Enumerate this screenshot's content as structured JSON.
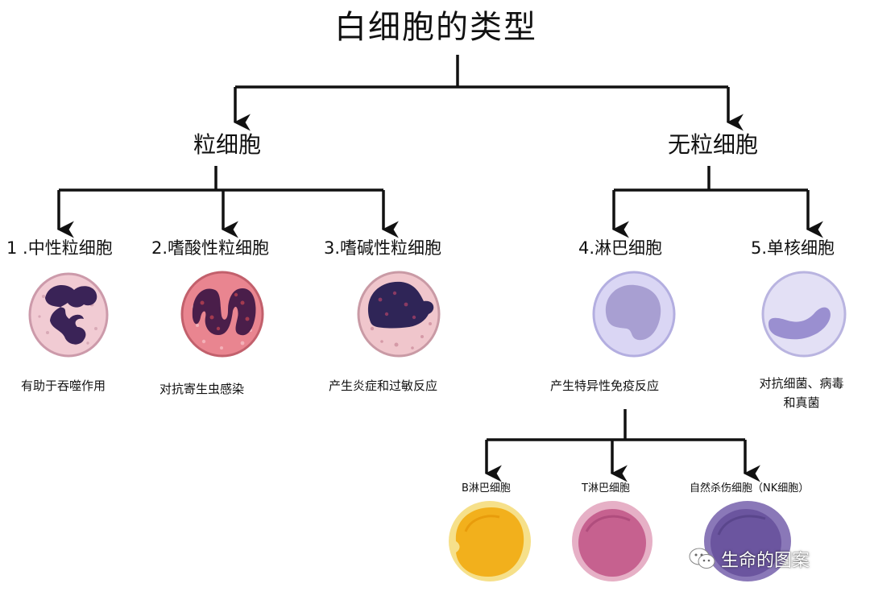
{
  "title": "白细胞的类型",
  "categories": {
    "granulocytes": "粒细胞",
    "agranulocytes": "无粒细胞"
  },
  "cells": [
    {
      "name": "1 .中性粒细胞",
      "function": "有助于吞噬作用"
    },
    {
      "name": "2.嗜酸性粒细胞",
      "function": "对抗寄生虫感染"
    },
    {
      "name": "3.嗜碱性粒细胞",
      "function": "产生炎症和过敏反应"
    },
    {
      "name": "4.淋巴细胞",
      "function": "产生特异性免疫反应"
    },
    {
      "name": "5.单核细胞",
      "function_line1": "对抗细菌、病毒",
      "function_line2": "和真菌"
    }
  ],
  "lymphocyte_types": [
    {
      "name": "B淋巴细胞"
    },
    {
      "name": "T淋巴细胞"
    },
    {
      "name": "自然杀伤细胞（NK细胞）"
    }
  ],
  "watermark": {
    "text": "生命的图案",
    "icon": "wechat-icon"
  },
  "colors": {
    "neutrophil_cyto": "#f1cbd3",
    "granulocyte_nucleus": "#3a2357",
    "eosinophil_cyto": "#e98590",
    "basophil_cyto": "#f0c6cc",
    "lymphocyte_cyto": "#dad6f4",
    "lymphocyte_nucleus": "#a89fd2",
    "monocyte_nucleus": "#9a8fd0",
    "b_cell": "#f2b01c",
    "t_cell": "#c6618f",
    "nk_cell": "#6b559f"
  }
}
